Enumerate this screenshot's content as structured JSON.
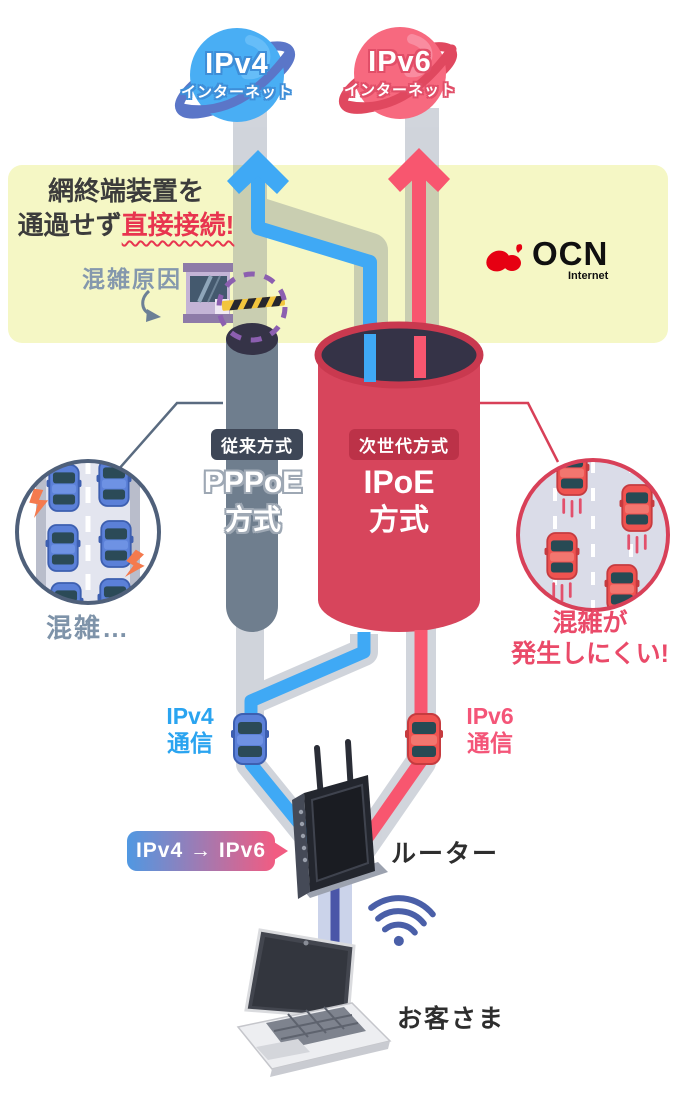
{
  "colors": {
    "ipv4_blue": "#3FA9F5",
    "ipv6_pink": "#F8566F",
    "banner_yellow": "#F5F7C5",
    "pppoe_gray": "#6F7E8E",
    "ipoe_red": "#D7455C",
    "wifi_indigo": "#4A5FA8",
    "accent_red_text": "#E8354F",
    "ocn_logo_red": "#E60012"
  },
  "globes": {
    "ipv4": {
      "title": "IPv4",
      "subtitle": "インターネット"
    },
    "ipv6": {
      "title": "IPv6",
      "subtitle": "インターネット"
    }
  },
  "banner": {
    "line1": "網終端装置を",
    "line2_plain": "通過せず",
    "line2_em": "直接接続!",
    "congestion_label": "混雑原因"
  },
  "logo": {
    "name": "OCN",
    "sub": "Internet"
  },
  "pipes": {
    "pppoe": {
      "badge": "従来方式",
      "name": "PPPoE",
      "suffix": "方式"
    },
    "ipoe": {
      "badge": "次世代方式",
      "name": "IPoE",
      "suffix": "方式"
    }
  },
  "callouts": {
    "left": {
      "caption": "混雑…"
    },
    "right": {
      "line1": "混雑が",
      "line2": "発生しにくい!"
    }
  },
  "traffic": {
    "ipv4": {
      "line1": "IPv4",
      "line2": "通信"
    },
    "ipv6": {
      "line1": "IPv6",
      "line2": "通信"
    }
  },
  "router": {
    "badge": "IPv4 → IPv6",
    "label": "ルーター"
  },
  "customer": {
    "label": "お客さま"
  }
}
